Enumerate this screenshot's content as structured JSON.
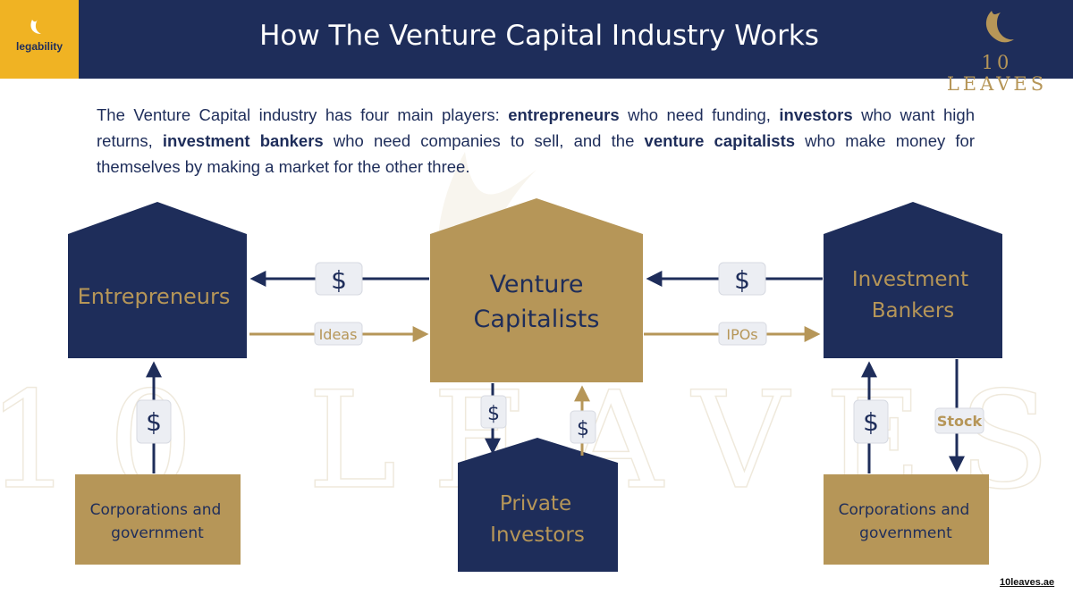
{
  "header": {
    "brand": "legability",
    "title": "How The Venture Capital Industry Works",
    "logo_text": "10 LEAVES"
  },
  "intro": {
    "p1": "The Venture Capital industry has four main players: ",
    "k1": "entrepreneurs",
    "p2": " who need funding, ",
    "k2": "investors",
    "p3": " who want high returns, ",
    "k3": "investment bankers",
    "p4": " who need companies to sell, and the ",
    "k4": "venture capitalists",
    "p5": " who make money for themselves by making a market for the other three."
  },
  "diagram": {
    "entrepreneurs": "Entrepreneurs",
    "vc_line1": "Venture",
    "vc_line2": "Capitalists",
    "ib_line1": "Investment",
    "ib_line2": "Bankers",
    "pi_line1": "Private",
    "pi_line2": "Investors",
    "corp_line1": "Corporations and",
    "corp_line2": "government",
    "dollar": "$",
    "ideas": "Ideas",
    "ipos": "IPOs",
    "stock": "Stock"
  },
  "footer": {
    "url": "10leaves.ae"
  },
  "colors": {
    "navy": "#1e2d5a",
    "gold": "#b69658",
    "yellow": "#f0b323"
  }
}
